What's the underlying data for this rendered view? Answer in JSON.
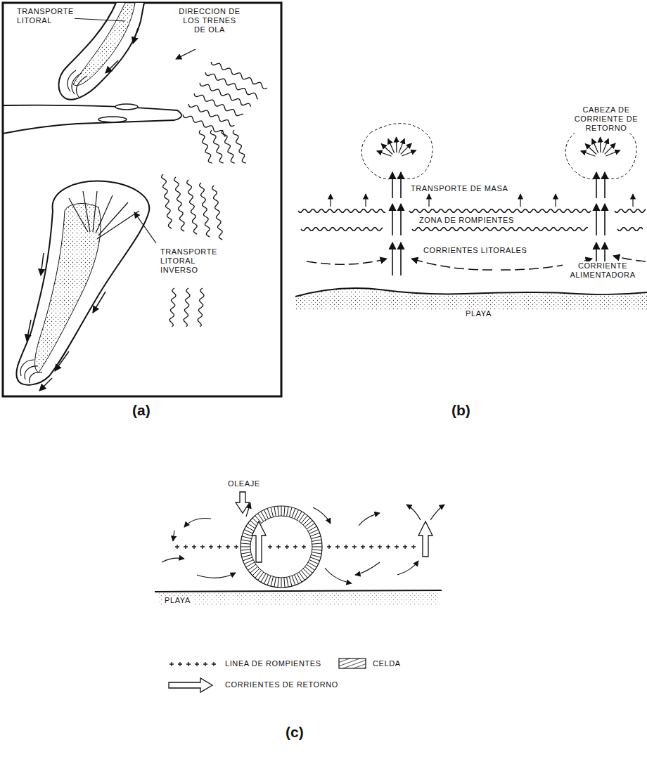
{
  "diagram": {
    "labels": [
      "TRANSPORTE LITORAL",
      "DIRECCION DE LOS TRENES DE OLA",
      "TRANSPORTE LITORAL INVERSO",
      "(a)",
      "CABEZA DE CORRIENTE DE RETORNO",
      "TRANSPORTE DE MASA",
      "ZONA DE ROMPIENTES",
      "CORRIENTES LITORALES",
      "CORRIENTE ALIMENTADORA",
      "PLAYA",
      "(b)",
      "OLEAJE",
      "PLAYA",
      "(c)"
    ],
    "legend": [
      {
        "text": "LINEA DE ROMPIENTES"
      },
      {
        "text": "CELDA"
      },
      {
        "text": "CORRIENTES DE RETORNO"
      }
    ]
  }
}
